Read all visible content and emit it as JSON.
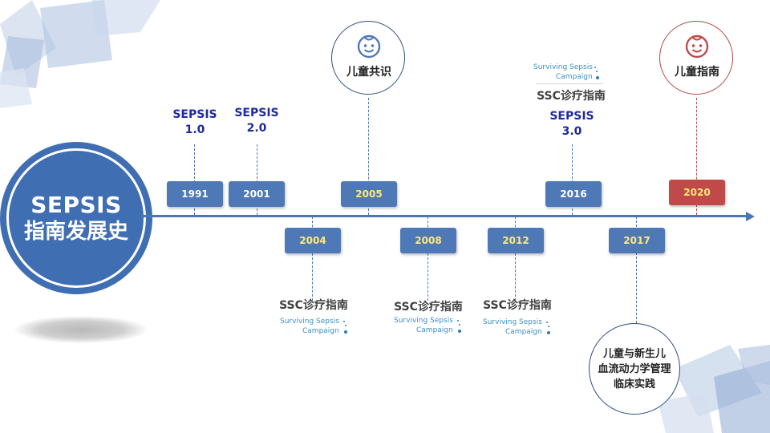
{
  "main_circle": {
    "line1": "SEPSIS",
    "line2": "指南发展史"
  },
  "years": {
    "y1991": "1991",
    "y2001": "2001",
    "y2004": "2004",
    "y2005": "2005",
    "y2008": "2008",
    "y2012": "2012",
    "y2016": "2016",
    "y2017": "2017",
    "y2020": "2020"
  },
  "sepsis_labels": {
    "s1": {
      "line1": "SEPSIS",
      "line2": "1.0"
    },
    "s2": {
      "line1": "SEPSIS",
      "line2": "2.0"
    },
    "s3": {
      "line1": "SEPSIS",
      "line2": "3.0"
    }
  },
  "ssc_label": "SSC诊疗指南",
  "ssc_logo": {
    "line1": "Surviving Sepsis",
    "line2": "Campaign"
  },
  "consensus_label": "儿童共识",
  "guideline_label": "儿童指南",
  "bottom_circle": {
    "line1": "儿童与新生儿",
    "line2": "血流动力学管理",
    "line3": "临床实践"
  },
  "colors": {
    "primary_blue": "#4f79b6",
    "dark_blue_text": "#1f2a9c",
    "accent_red": "#c04a4a",
    "year_yellow": "#ffe97a"
  },
  "icons": [
    "smiley-face-icon-blue",
    "smiley-face-icon-red",
    "surviving-sepsis-logo-dots"
  ]
}
